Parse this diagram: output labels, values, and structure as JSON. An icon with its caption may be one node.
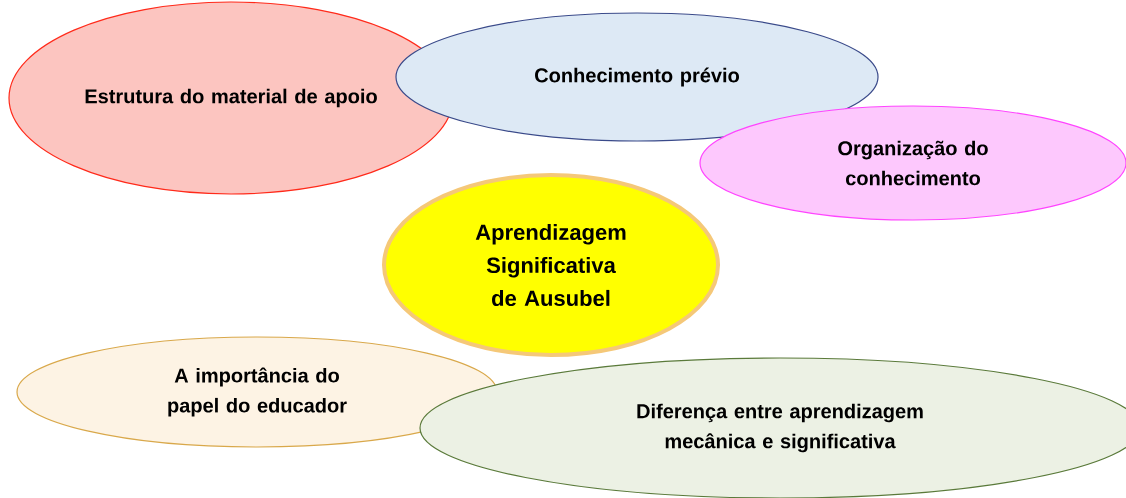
{
  "diagram": {
    "nodes": [
      {
        "text": [
          "Estrutura do material de apoio"
        ]
      },
      {
        "text": [
          "Conhecimento prévio"
        ]
      },
      {
        "text": [
          "Organização do conhecimento"
        ]
      },
      {
        "text": [
          "Aprendizagem Significativa de Ausubel"
        ]
      },
      {
        "text": [
          "A importância do papel do educador"
        ]
      },
      {
        "text": [
          "Diferença entre aprendizagem mecânica e significativa"
        ]
      }
    ]
  }
}
